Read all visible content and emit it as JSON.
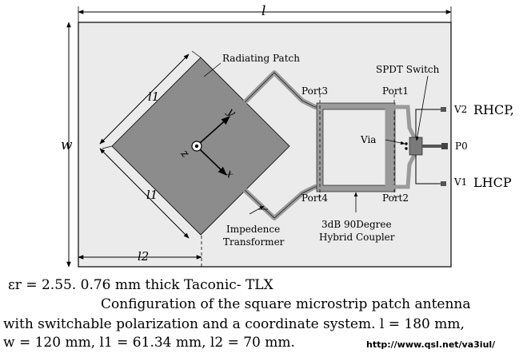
{
  "dimensions": {
    "l": "l",
    "w": "w",
    "l1_top": "l1",
    "l1_bottom": "l1",
    "l2": "l2"
  },
  "labels": {
    "radiating_patch": "Radiating Patch",
    "spdt_switch": "SPDT Switch",
    "port1": "Port1",
    "port2": "Port2",
    "port3": "Port3",
    "port4": "Port4",
    "via": "Via",
    "p0": "P0",
    "v1": "V1",
    "v2": "V2",
    "rhcp": "RHCP,",
    "lhcp": "LHCP",
    "impedance_line1": "Impedence",
    "impedance_line2": "Transformer",
    "coupler_line1": "3dB 90Degree",
    "coupler_line2": "Hybrid Coupler",
    "axis_x": "x",
    "axis_y": "y",
    "axis_z": "z"
  },
  "caption": {
    "material": "εr = 2.55.  0.76 mm thick Taconic- TLX",
    "line1": "Configuration of the square microstrip patch antenna",
    "line2": "with switchable polarization and a coordinate system.  l = 180 mm,",
    "line3": "w = 120 mm, l1 = 61.34 mm, l2 = 70 mm."
  },
  "url": "http://www.qsl.net/va3iul/",
  "colors": {
    "substrate": "#ebebeb",
    "patch": "#8c8c8c",
    "feedline": "#9a9a9a",
    "outline": "#000000"
  }
}
